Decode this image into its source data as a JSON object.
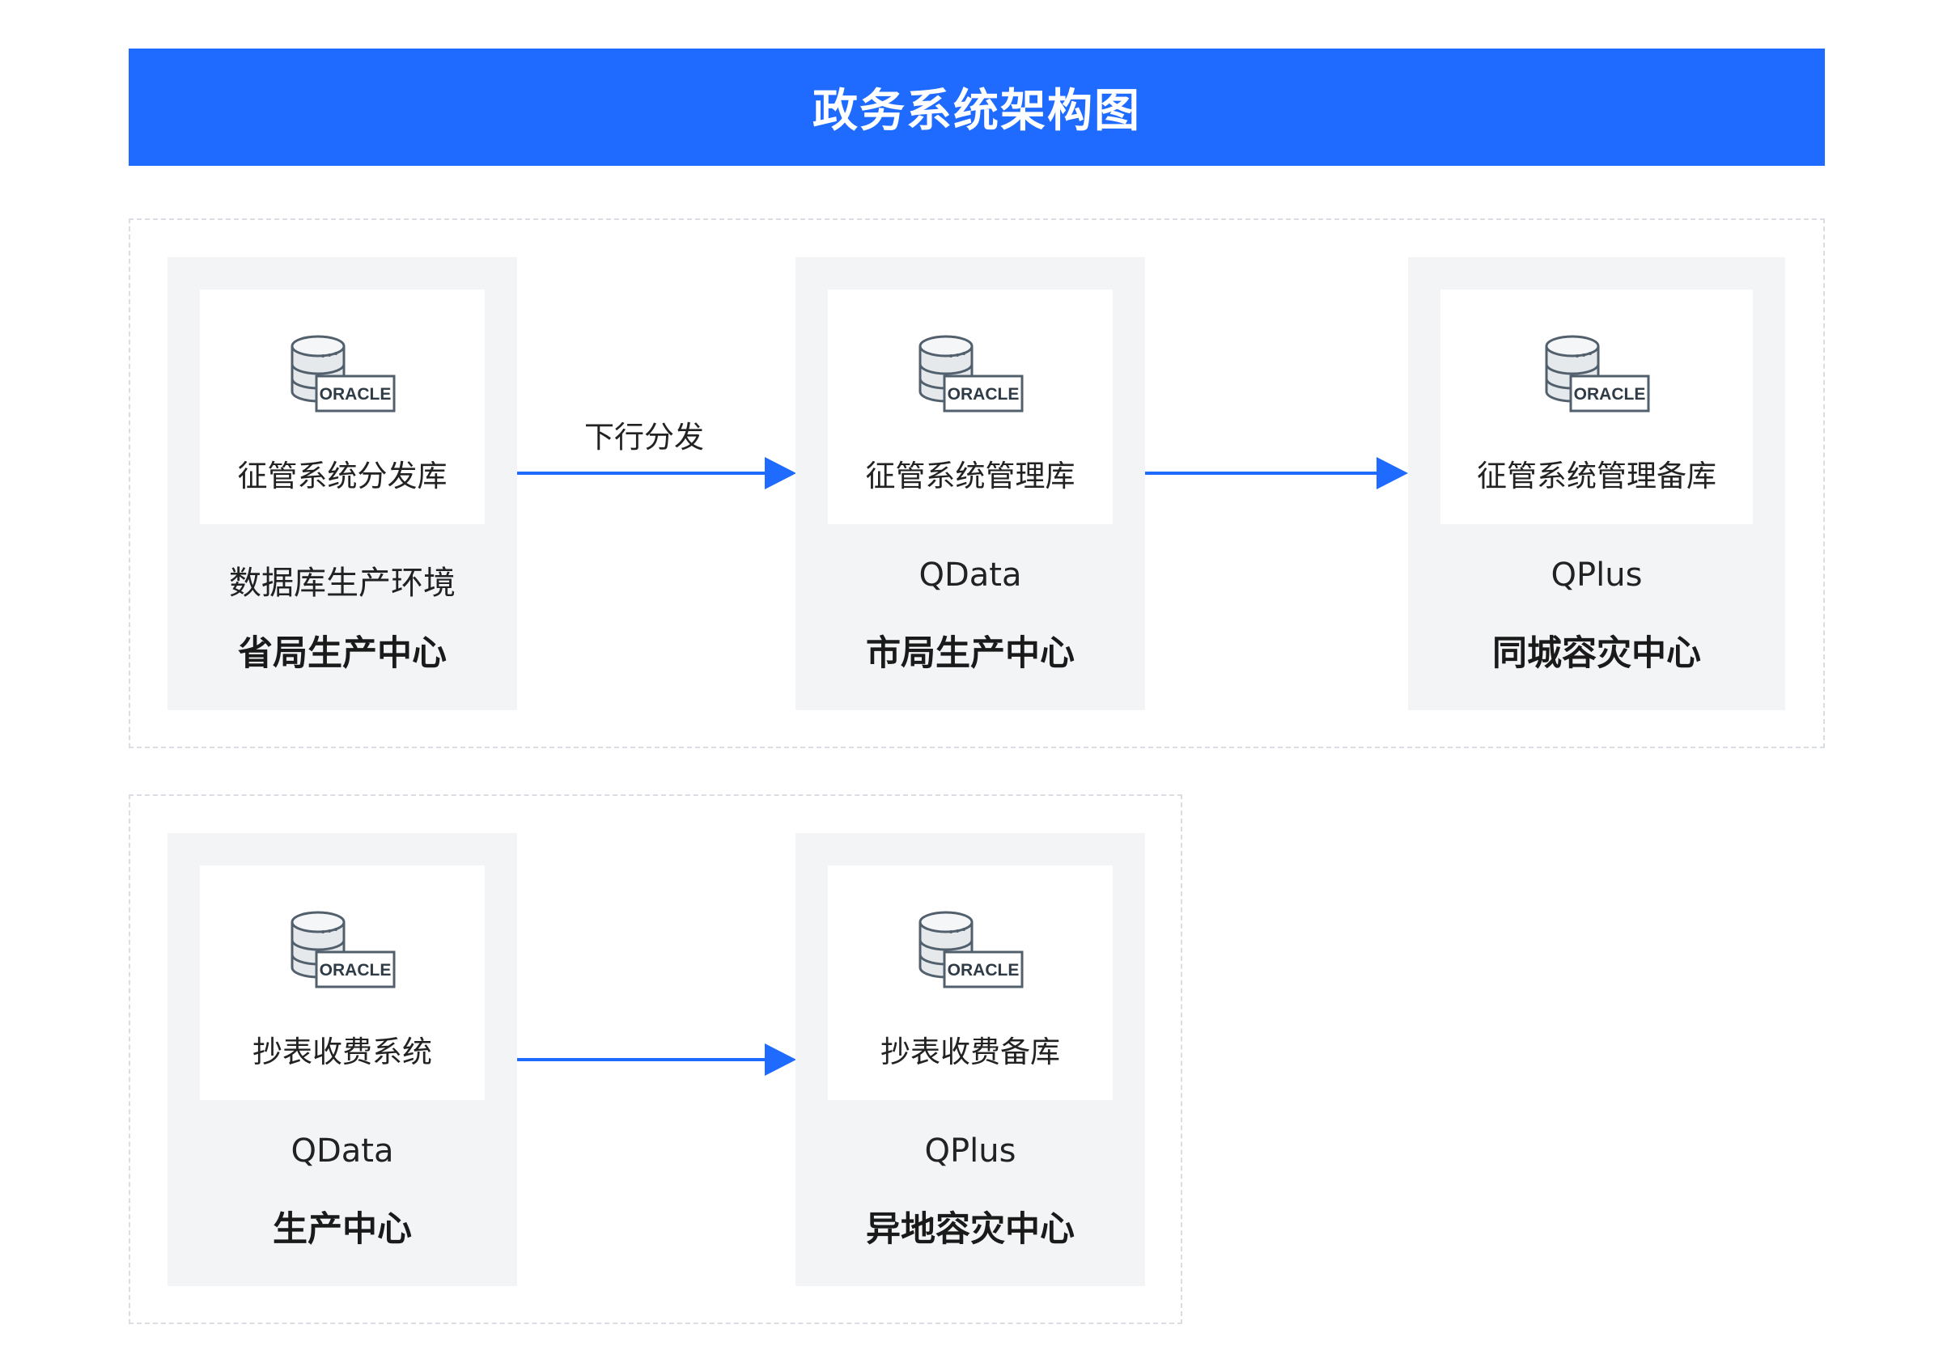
{
  "title": "政务系统架构图",
  "db_badge": "ORACLE",
  "colors": {
    "primary": "#1f6bff",
    "panel": "#f3f4f6",
    "border": "#dadde2"
  },
  "groups": [
    {
      "centers": [
        {
          "db_name": "征管系统分发库",
          "env": "数据库生产环境",
          "name": "省局生产中心"
        },
        {
          "db_name": "征管系统管理库",
          "env": "QData",
          "name": "市局生产中心"
        },
        {
          "db_name": "征管系统管理备库",
          "env": "QPlus",
          "name": "同城容灾中心"
        }
      ],
      "arrows": [
        {
          "label": "下行分发"
        },
        {
          "label": ""
        }
      ]
    },
    {
      "centers": [
        {
          "db_name": "抄表收费系统",
          "env": "QData",
          "name": "生产中心"
        },
        {
          "db_name": "抄表收费备库",
          "env": "QPlus",
          "name": "异地容灾中心"
        }
      ],
      "arrows": [
        {
          "label": ""
        }
      ]
    }
  ]
}
